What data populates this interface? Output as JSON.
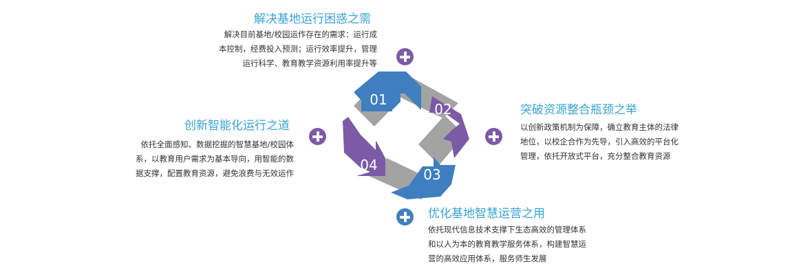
{
  "sections": [
    {
      "number": "01",
      "title": "解决基地运行困惑之需",
      "lines": [
        "解决目前基地/校园运作存在的需求：运行成",
        "本控制，经费投入预测；运行效率提升，管理",
        "运行科学、教育教学资源利用率提升等"
      ]
    },
    {
      "number": "02",
      "title": "突破资源整合瓶颈之举",
      "lines": [
        "以创新政策机制为保障，确立教育主体的法律",
        "地位，以校企合作为先导，引入高效的平台化",
        "管理，依托开放式平台，充分整合教育资源"
      ]
    },
    {
      "number": "03",
      "title": "优化基地智慧运营之用",
      "lines": [
        "依托现代信息技术支撑下生态高效的管理体系",
        "和以人为本的教育教学服务体系，构建智慧运",
        "营的高效应用体系，服务师生发展"
      ]
    },
    {
      "number": "04",
      "title": "创新智能化运行之道",
      "lines": [
        "依托全面感知、数据挖掘的智慧基地/校园体",
        "系，以教育用户需求为基本导向，用智能的数",
        "据支撑，配置教育资源，避免浪费与无效运作"
      ]
    }
  ],
  "colors": {
    "title": "#3aa3d6",
    "blue": "#3f7fc0",
    "purple": "#7b5aa6",
    "gray": "#a3a3a3",
    "text": "#333333"
  },
  "icons": {
    "plus": "plus-circle-icon"
  }
}
